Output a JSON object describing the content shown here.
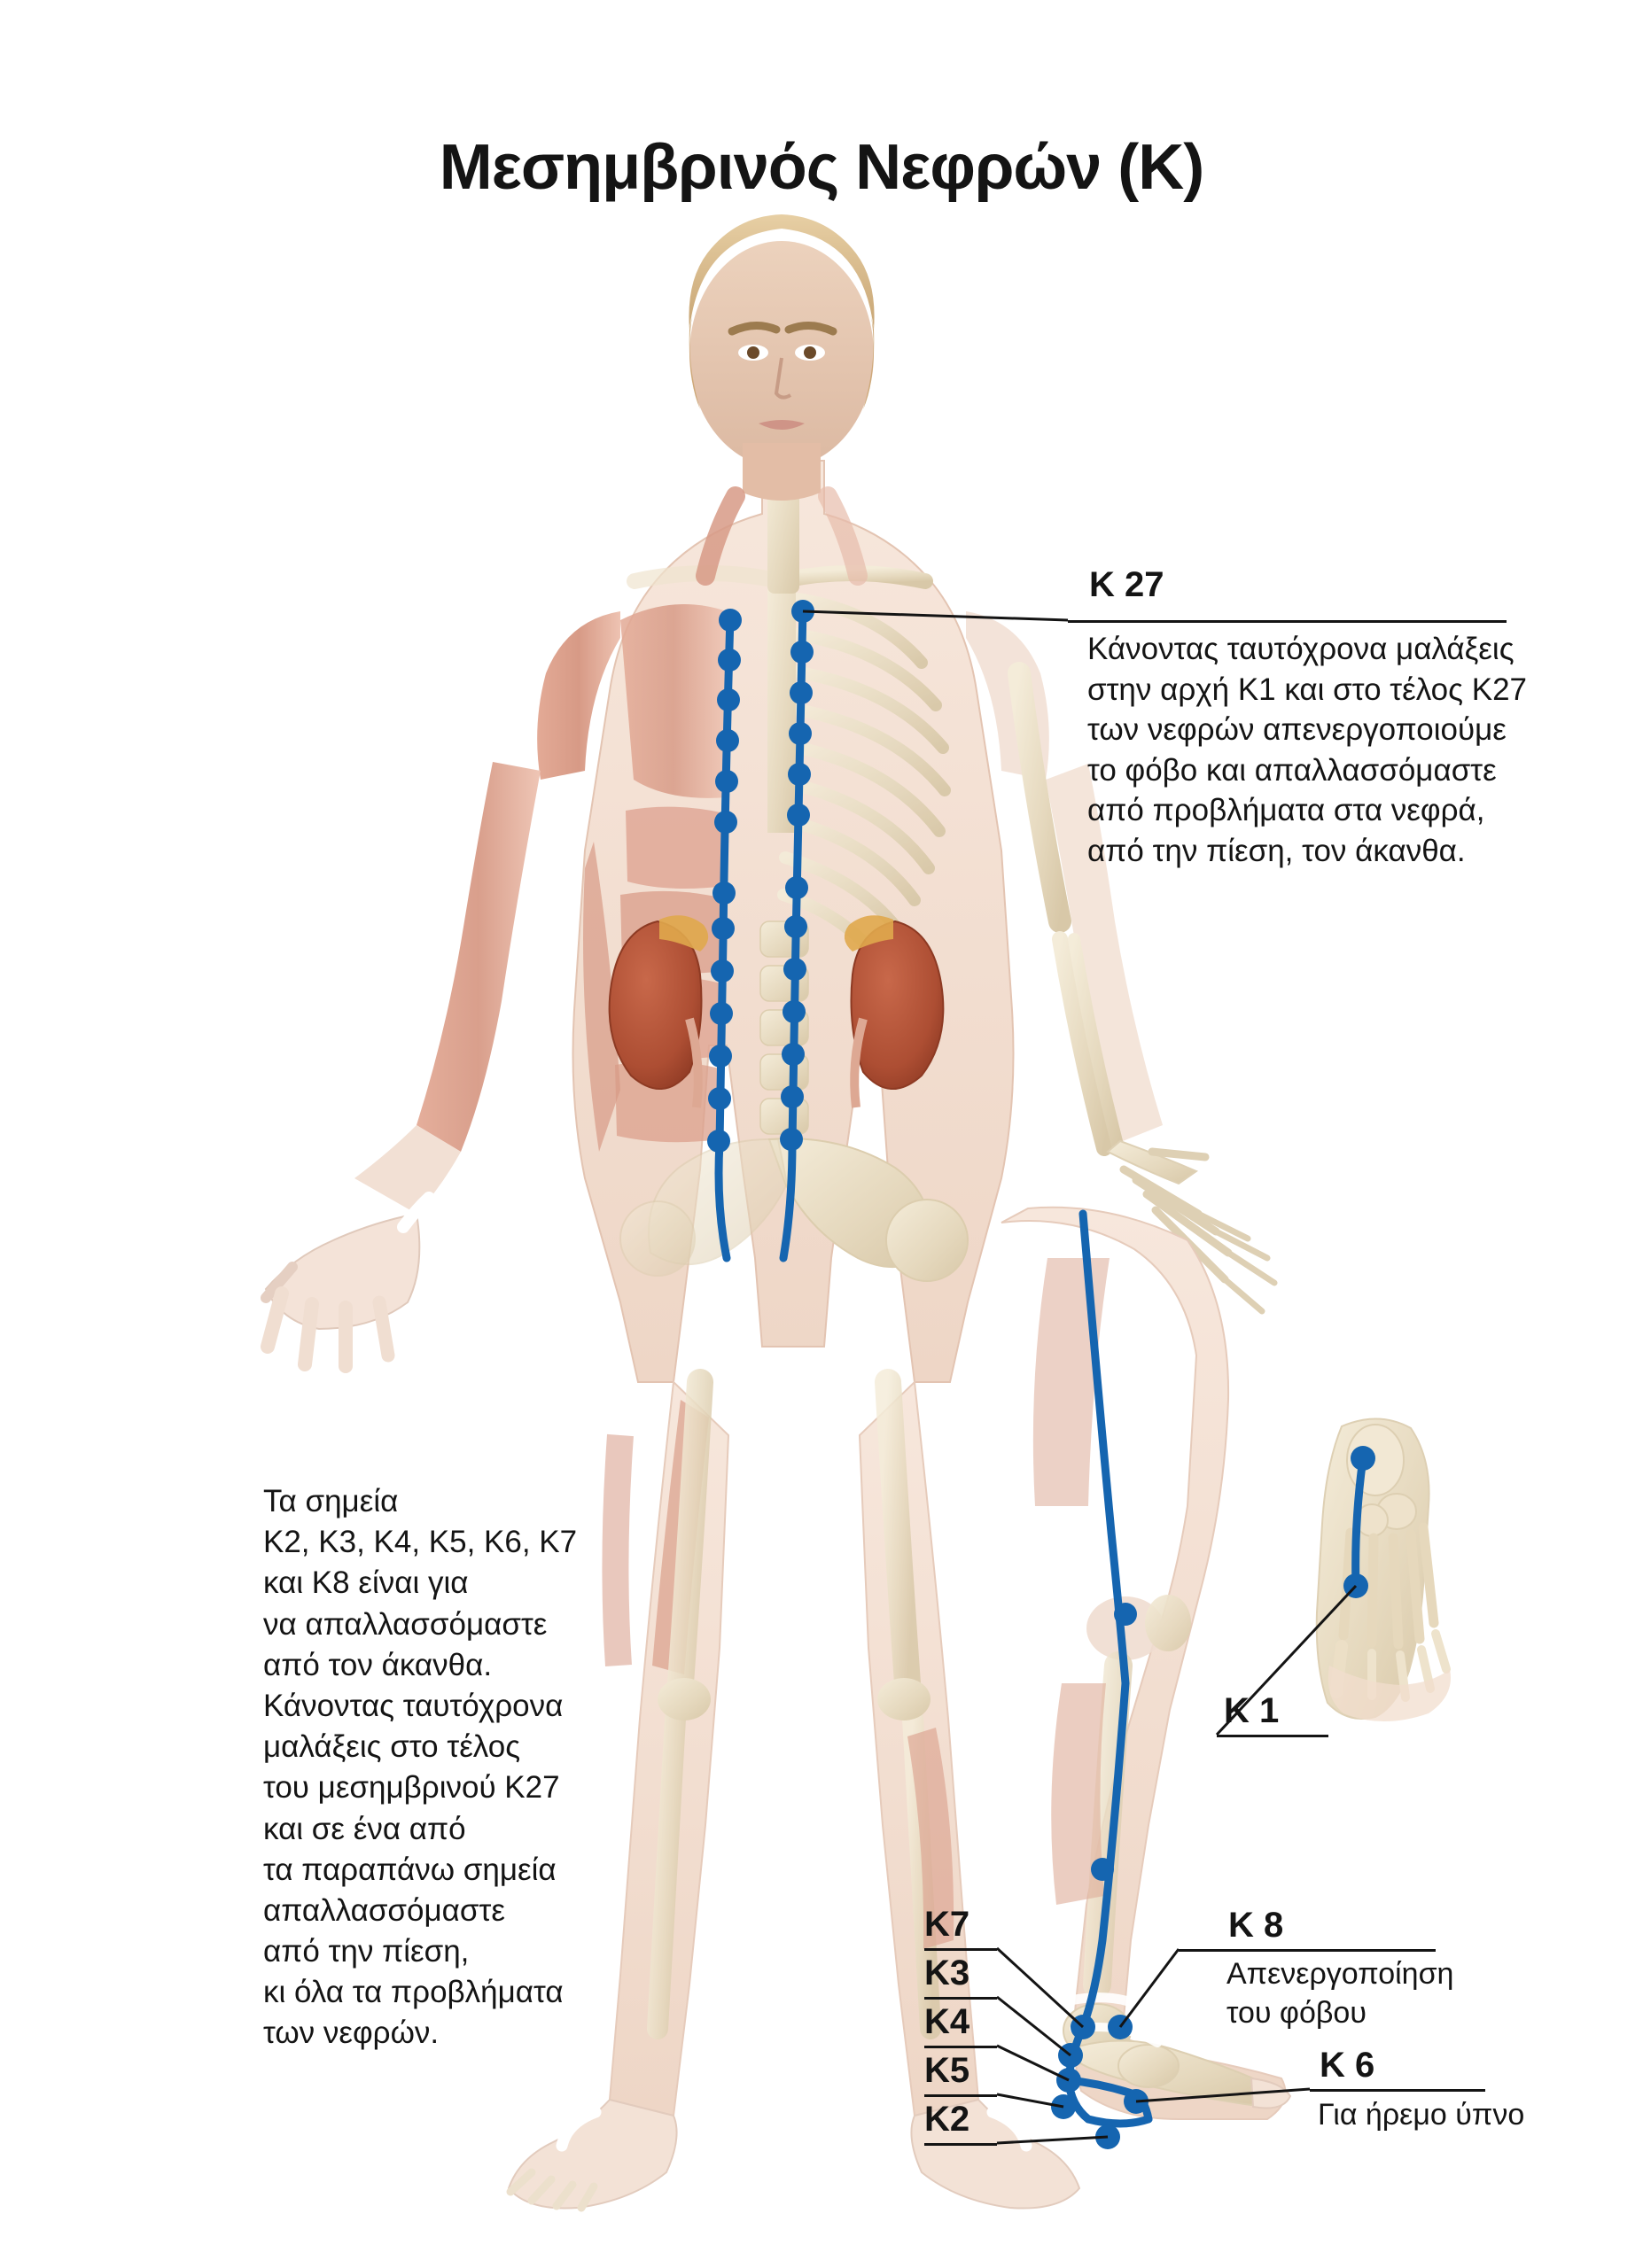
{
  "title": "Μεσημβρινός Νεφρών (Κ)",
  "annotations": {
    "k27": {
      "label": "K 27",
      "body": "Κάνοντας ταυτόχρονα μαλάξεις\nστην αρχή Κ1 και στο τέλος Κ27\nτων νεφρών απενεργοποιούμε\nτο φόβο και  απαλλασσόμαστε\nαπό προβλήματα στα νεφρά,\nαπό την πίεση, τον άκανθα."
    },
    "k1": {
      "label": "K 1"
    },
    "k8": {
      "label": "K 8",
      "body": "Απενεργοποίηση\nτου φόβου"
    },
    "k6": {
      "label": "K 6",
      "body": "Για ήρεμο ύπνο"
    }
  },
  "point_labels": {
    "k7": "K7",
    "k3": "K3",
    "k4": "K4",
    "k5": "K5",
    "k2": "K2"
  },
  "left_note": "Τα σημεία\nΚ2, Κ3, Κ4, Κ5, Κ6, Κ7\nκαι Κ8 είναι για\nνα απαλλασσόμαστε\nαπό τον άκανθα.\nΚάνοντας  ταυτόχρονα\nμαλάξεις στο τέλος\nτου μεσημβρινού Κ27\nκαι σε ένα από\nτα παραπάνω σημεία\nαπαλλασσόμαστε\nαπό την πίεση,\nκι όλα τα προβλήματα\nτων νεφρών.",
  "colors": {
    "meridian": "#1565b0",
    "point": "#1565b0",
    "text": "#141414",
    "background": "#ffffff",
    "skin": "#e9c6b4",
    "muscle": "#d9a291",
    "bone": "#e8dcc6",
    "kidney": "#b5553a",
    "hair": "#d9bc8f"
  },
  "figure": {
    "description": "anterior full-body anatomical illustration, muscles and skeleton visible",
    "inset": "right foot skeleton, plantar view"
  }
}
